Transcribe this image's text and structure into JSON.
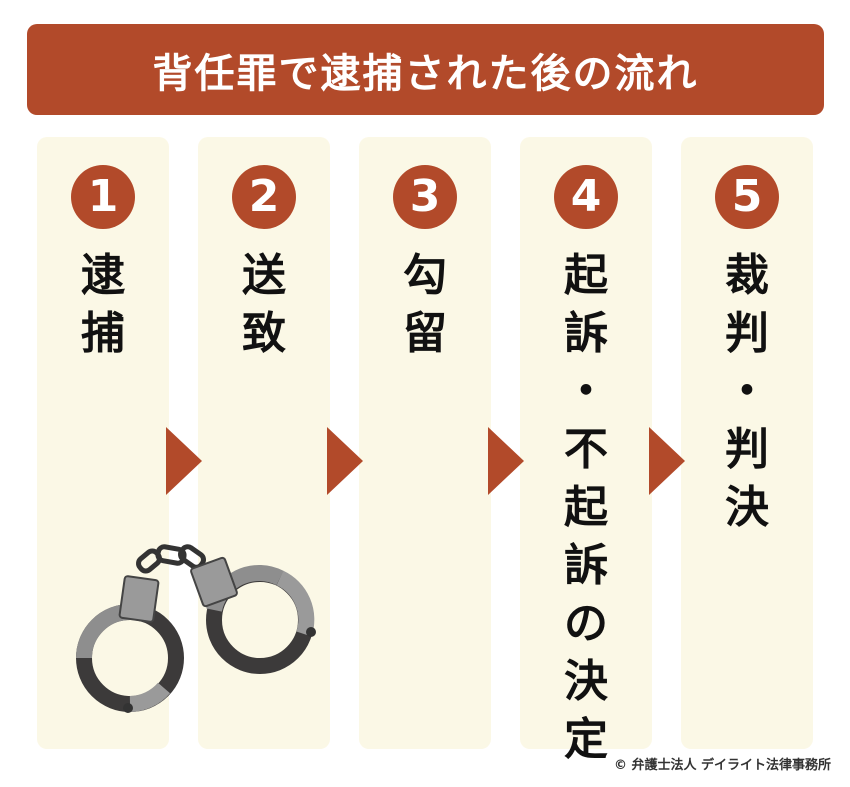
{
  "title": "背任罪で逮捕された後の流れ",
  "steps": [
    {
      "number": "1",
      "label_lines": [
        "逮",
        "捕"
      ]
    },
    {
      "number": "2",
      "label_lines": [
        "送",
        "致"
      ]
    },
    {
      "number": "3",
      "label_lines": [
        "勾",
        "留"
      ]
    },
    {
      "number": "4",
      "label_lines": [
        "起",
        "訴",
        "・",
        "不",
        "起",
        "訴",
        "の",
        "決",
        "定"
      ]
    },
    {
      "number": "5",
      "label_lines": [
        "裁",
        "判",
        "・",
        "判",
        "決"
      ]
    }
  ],
  "copyright": "© 弁護士法人 デイライト法律事務所",
  "illustration": "handcuffs-icon",
  "colors": {
    "accent": "#b24a2a",
    "panel": "#fbf8e6",
    "text": "#111111"
  }
}
